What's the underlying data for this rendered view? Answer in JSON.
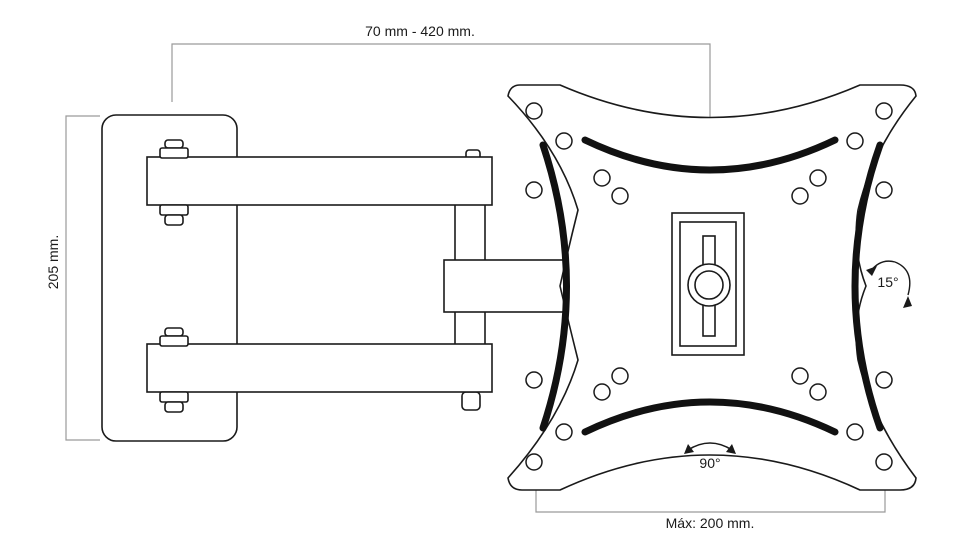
{
  "dimensions": {
    "width_range": "70 mm - 420 mm.",
    "height": "205 mm.",
    "vesa_max": "Máx: 200 mm."
  },
  "rotation": {
    "tilt": "15°",
    "rotate": "90°"
  },
  "colors": {
    "line": "#1a1a1a",
    "dimension_line": "#9a9a9a",
    "background": "#ffffff"
  }
}
